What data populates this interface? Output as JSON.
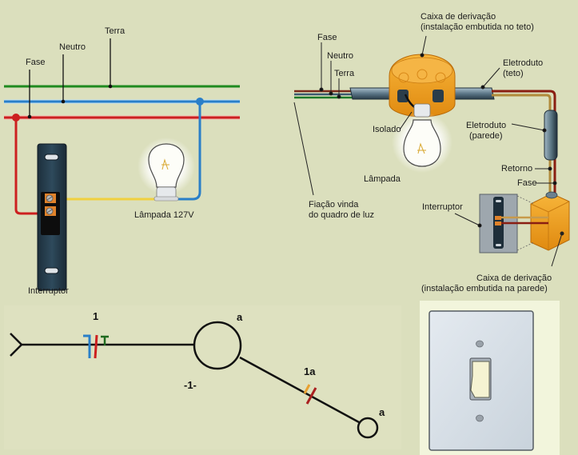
{
  "colors": {
    "background": "#dbdfbd",
    "fase": "#cc2020",
    "neutro": "#2a7fc8",
    "terra": "#228b22",
    "retorno": "#e8c830",
    "box_orange": "#f0a020"
  },
  "panel_wiring": {
    "labels": {
      "terra": "Terra",
      "neutro": "Neutro",
      "fase": "Fase",
      "lamp": "Lâmpada 127V",
      "switch": "Interruptor"
    }
  },
  "panel_installation": {
    "labels": {
      "ceiling_box": "Caixa de derivação",
      "ceiling_box_sub": "(instalação embutida no teto)",
      "fase": "Fase",
      "neutro": "Neutro",
      "terra": "Terra",
      "conduit_ceiling": "Eletroduto",
      "conduit_ceiling_sub": "(teto)",
      "isolado": "Isolado",
      "conduit_wall": "Eletroduto",
      "conduit_wall_sub": "(parede)",
      "lampada": "Lâmpada",
      "retorno": "Retorno",
      "fase_wall": "Fase",
      "wiring_from": "Fiação vinda",
      "wiring_from_sub": "do quadro de luz",
      "interruptor": "Interruptor",
      "wall_box": "Caixa de derivação",
      "wall_box_sub": "(instalação embutida na parede)"
    }
  },
  "panel_schematic": {
    "labels": {
      "circuit": "1",
      "lamp_id_top": "a",
      "circuit_id": "-1-",
      "return_id": "1a",
      "switch_id": "a"
    }
  },
  "panel_switch_photo": {}
}
